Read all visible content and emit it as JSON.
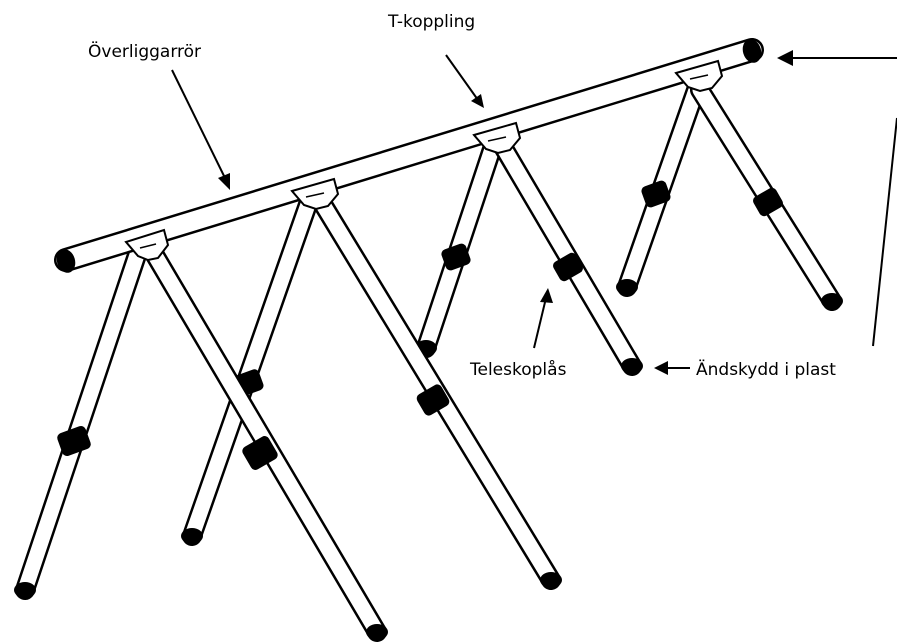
{
  "labels": {
    "top_rail": "Överliggarrör",
    "t_coupling": "T-koppling",
    "telescopic_lock": "Teleskoplås",
    "end_cap": "Ändskydd  i plast"
  }
}
